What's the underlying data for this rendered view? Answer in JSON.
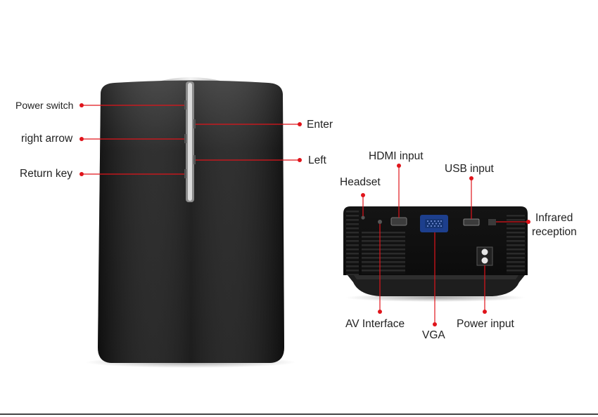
{
  "colors": {
    "leader": "#e0141b",
    "body": "#1b1b1b",
    "text": "#222222"
  },
  "labels": {
    "power_switch": "Power switch",
    "right_arrow": "right arrow",
    "return_key": "Return key",
    "enter": "Enter",
    "left": "Left",
    "hdmi_input": "HDMI input",
    "usb_input": "USB input",
    "headset": "Headset",
    "infrared_line1": "Infrared",
    "infrared_line2": "reception",
    "av_interface": "AV Interface",
    "vga": "VGA",
    "power_input": "Power input"
  }
}
